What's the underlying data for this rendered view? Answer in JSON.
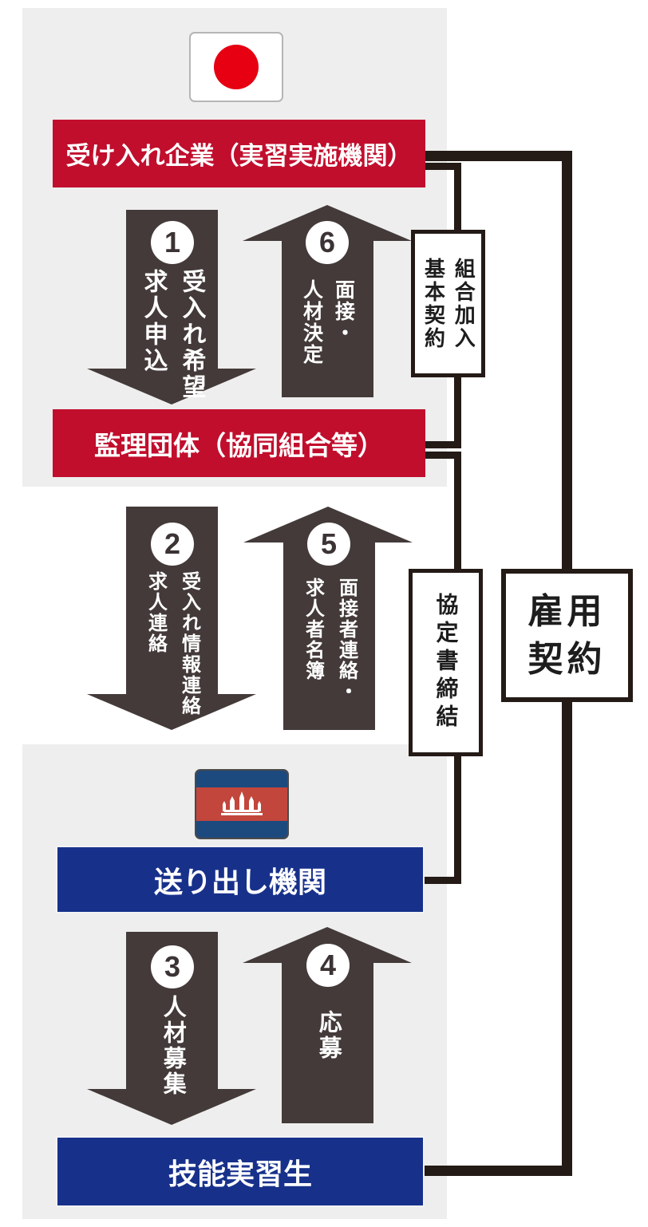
{
  "entities": {
    "accepting_company": "受け入れ企業（実習実施機関）",
    "supervising_org": "監理団体（協同組合等）",
    "sending_org": "送り出し機関",
    "trainee": "技能実習生"
  },
  "steps": [
    {
      "number": "1",
      "label": "受入れ希望\n求人申込",
      "direction": "down"
    },
    {
      "number": "2",
      "label": "受入れ情報連絡\n求人連絡",
      "direction": "down"
    },
    {
      "number": "3",
      "label": "人材募集",
      "direction": "down"
    },
    {
      "number": "4",
      "label": "応募",
      "direction": "up"
    },
    {
      "number": "5",
      "label": "面接者連絡・\n求人者名簿",
      "direction": "up"
    },
    {
      "number": "6",
      "label": "面接・\n人材決定",
      "direction": "up"
    }
  ],
  "contracts": {
    "union_membership": "組合加入\n基本契約",
    "agreement": "協定書締結",
    "employment": "雇用\n契約"
  },
  "icons": {
    "japan_flag": "japan-flag",
    "cambodia_flag": "cambodia-flag"
  },
  "colors": {
    "banner_red": "#c10e2d",
    "banner_blue": "#17318b",
    "arrow_gray": "#433a39",
    "connector_black": "#241a16",
    "panel_gray": "#eeeeee",
    "japan_sun_red": "#e60012",
    "cambodia_blue": "#1d4a7e",
    "cambodia_red": "#c2463c"
  }
}
